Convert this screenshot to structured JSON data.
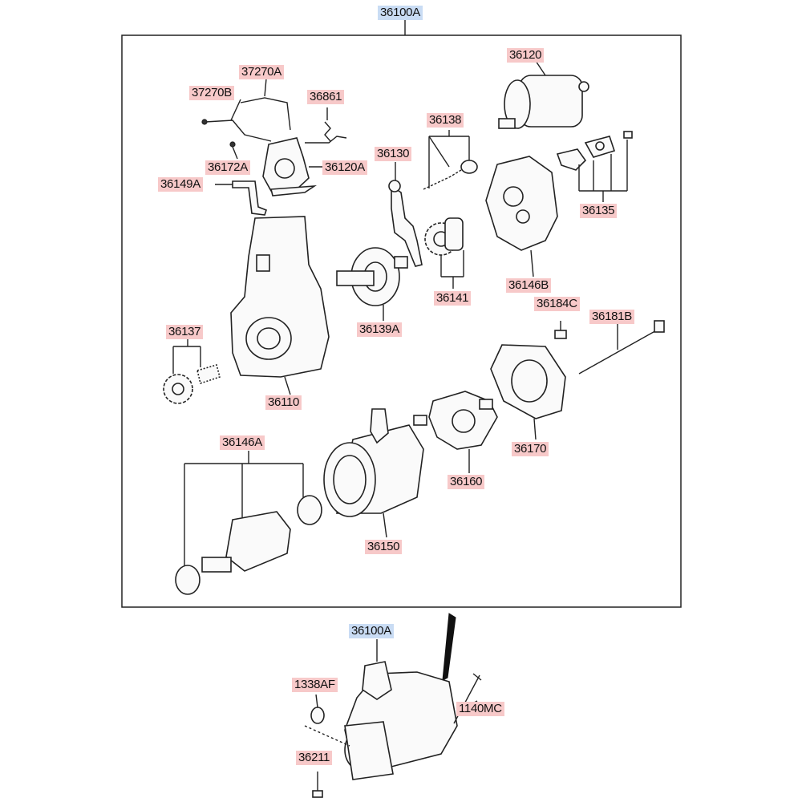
{
  "diagram": {
    "assembly_label": "36100A",
    "assembly_label_lower": "36100A",
    "labels": {
      "p36120": "36120",
      "p37270A": "37270A",
      "p37270B": "37270B",
      "p36861": "36861",
      "p36138": "36138",
      "p36130": "36130",
      "p36172A": "36172A",
      "p36120A": "36120A",
      "p36149A": "36149A",
      "p36135": "36135",
      "p36141": "36141",
      "p36146B": "36146B",
      "p36139A": "36139A",
      "p36184C": "36184C",
      "p36181B": "36181B",
      "p36137": "36137",
      "p36110": "36110",
      "p36160": "36160",
      "p36170": "36170",
      "p36146A": "36146A",
      "p36150": "36150",
      "p1338AF": "1338AF",
      "p1140MC": "1140MC",
      "p36211": "36211"
    },
    "colors": {
      "part_label_bg": "#f7c9c9",
      "assembly_label_bg": "#c9dcf4",
      "line": "#222222"
    }
  }
}
